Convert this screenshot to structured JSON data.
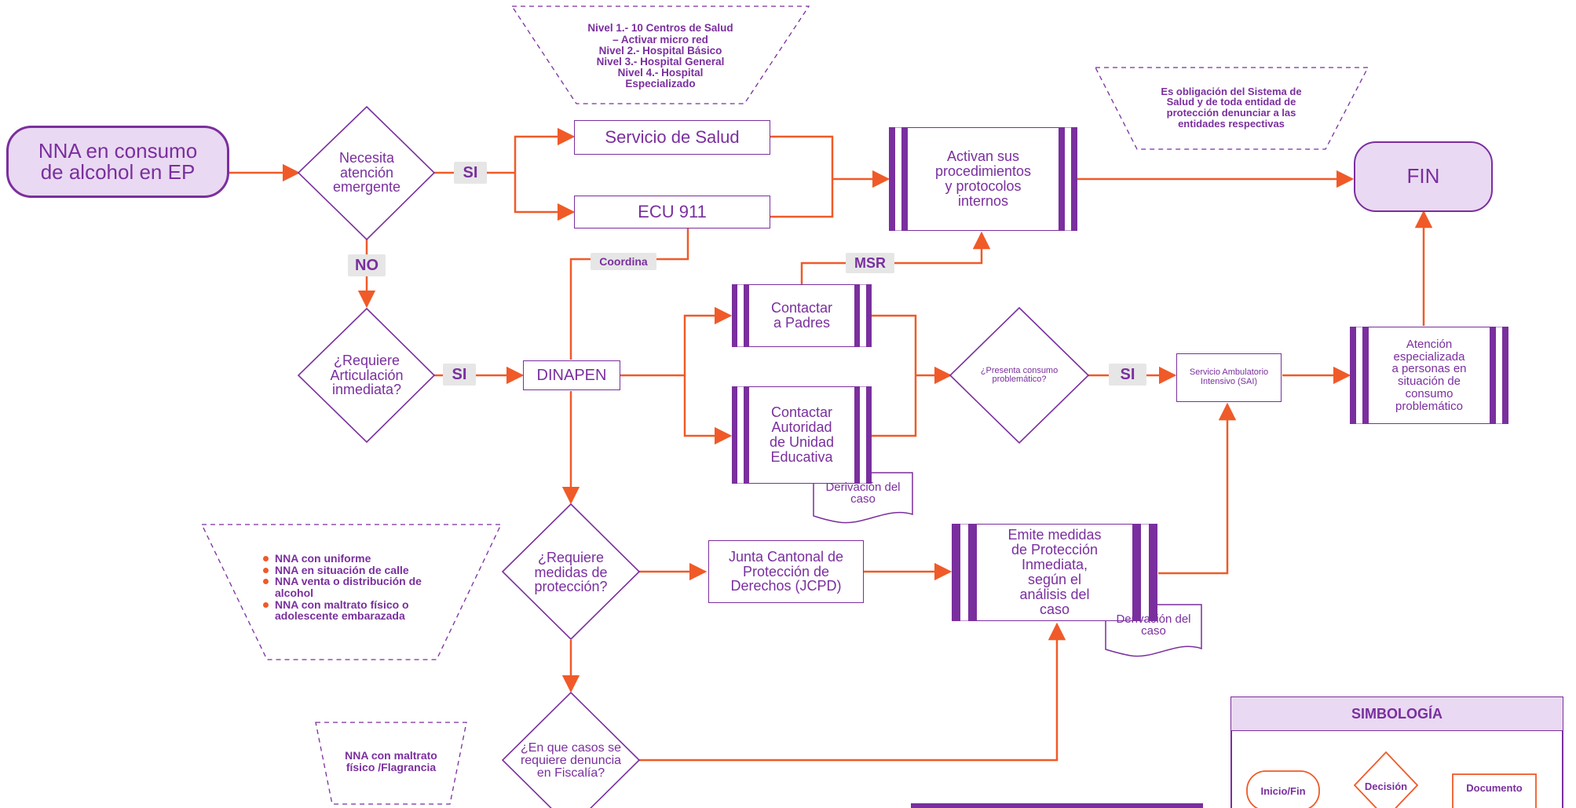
{
  "nodes": {
    "start": "NNA en consumo de alcohol en EP",
    "d_emergente": "Necesita atención emergente",
    "servicio_salud": "Servicio de Salud",
    "ecu911": "ECU 911",
    "activan": "Activan sus procedimientos y protocolos internos",
    "fin": "FIN",
    "d_articulacion": "¿Requiere Articulación inmediata?",
    "dinapen": "DINAPEN",
    "contactar_padres": "Contactar a Padres",
    "contactar_autoridad": "Contactar Autoridad de Unidad Educativa",
    "derivacion_1": "Derivación del caso",
    "d_consumo": "¿Presenta consumo problemático?",
    "sai": "Servicio Ambulatorio Intensivo (SAI)",
    "atencion": "Atención especializada a personas en situación de consumo problemático",
    "d_medidas": "¿Requiere medidas de protección?",
    "jcpd": "Junta Cantonal de Protección de Derechos (JCPD)",
    "emite": "Emite medidas de Protección Inmediata, según el análisis del caso",
    "derivacion_2": "Derivación del caso",
    "d_fiscalia": "¿En que casos se requiere denuncia en Fiscalía?"
  },
  "tags": {
    "si_1": "SI",
    "no_1": "NO",
    "si_2": "SI",
    "si_3": "SI",
    "coordina": "Coordina",
    "msr": "MSR"
  },
  "notes": {
    "niveles": [
      "Nivel 1.- 10 Centros de Salud",
      "– Activar micro red",
      "Nivel 2.- Hospital Básico",
      "Nivel 3.- Hospital General",
      "Nivel 4.- Hospital",
      "Especializado"
    ],
    "obligacion": "Es obligación del Sistema de Salud y de toda entidad de protección denunciar a las entidades respectivas",
    "casos": [
      "NNA con uniforme",
      "NNA en situación de calle",
      "NNA venta o distribución de alcohol",
      "NNA con maltrato físico o adolescente embarazada"
    ],
    "maltrato": "NNA con maltrato físico /Flagrancia"
  },
  "legend": {
    "title": "SIMBOLOGÍA",
    "inicio_fin": "Inicio/Fin",
    "decision": "Decisión",
    "documento": "Documento"
  },
  "colors": {
    "purple": "#7a2f9e",
    "orange": "#f05a28",
    "lilac": "#ead9f2",
    "tag_gray": "#e6e6e6"
  }
}
